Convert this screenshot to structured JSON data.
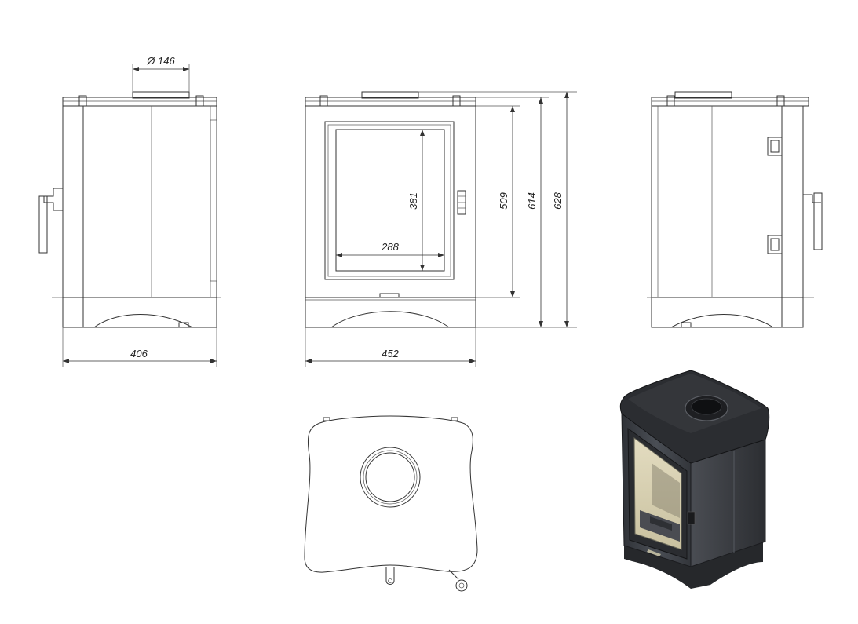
{
  "drawing": {
    "flue_diameter": "Ø 146",
    "side_depth": "406",
    "front_width": "452",
    "glass_height": "381",
    "glass_width": "288",
    "height_base_to_body": "509",
    "height_to_top": "614",
    "height_to_flue": "628"
  },
  "colors": {
    "line": "#333333",
    "stove_body": "#3a3d42",
    "stove_top": "#2b2d31",
    "glass": "#d8d2b4"
  },
  "icons": [
    "arrowhead"
  ]
}
